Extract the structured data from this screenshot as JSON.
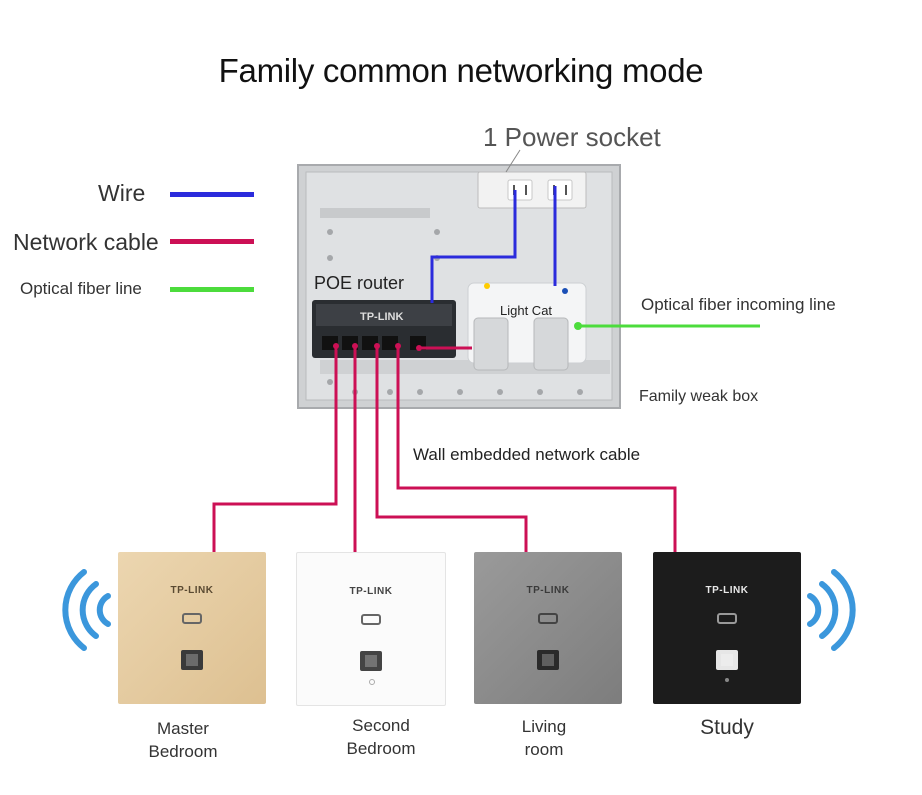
{
  "title": "Family common networking mode",
  "legend": [
    {
      "label": "Wire",
      "color": "#2b2bdc"
    },
    {
      "label": "Network cable",
      "color": "#cc1055"
    },
    {
      "label": "Optical fiber line",
      "color": "#4cdc3c"
    }
  ],
  "labels": {
    "power_socket": "1 Power socket",
    "poe_router": "POE router",
    "light_cat": "Light Cat",
    "fiber_incoming": "Optical fiber incoming line",
    "weak_box": "Family weak box",
    "wall_cable": "Wall embedded network cable"
  },
  "router_brand": "TP-LINK",
  "rooms": [
    {
      "label": "Master Bedroom",
      "brand": "TP-LINK",
      "color": "#e8cfa6"
    },
    {
      "label": "Second Bedroom",
      "brand": "TP-LINK",
      "color": "#f8f8f8"
    },
    {
      "label": "Living room",
      "brand": "TP-LINK",
      "color": "#8a8a8a"
    },
    {
      "label": "Study",
      "brand": "TP-LINK",
      "color": "#1b1b1b"
    }
  ],
  "icons": [
    "wifi-signal-icon",
    "power-socket-icon",
    "ethernet-port-icon"
  ]
}
